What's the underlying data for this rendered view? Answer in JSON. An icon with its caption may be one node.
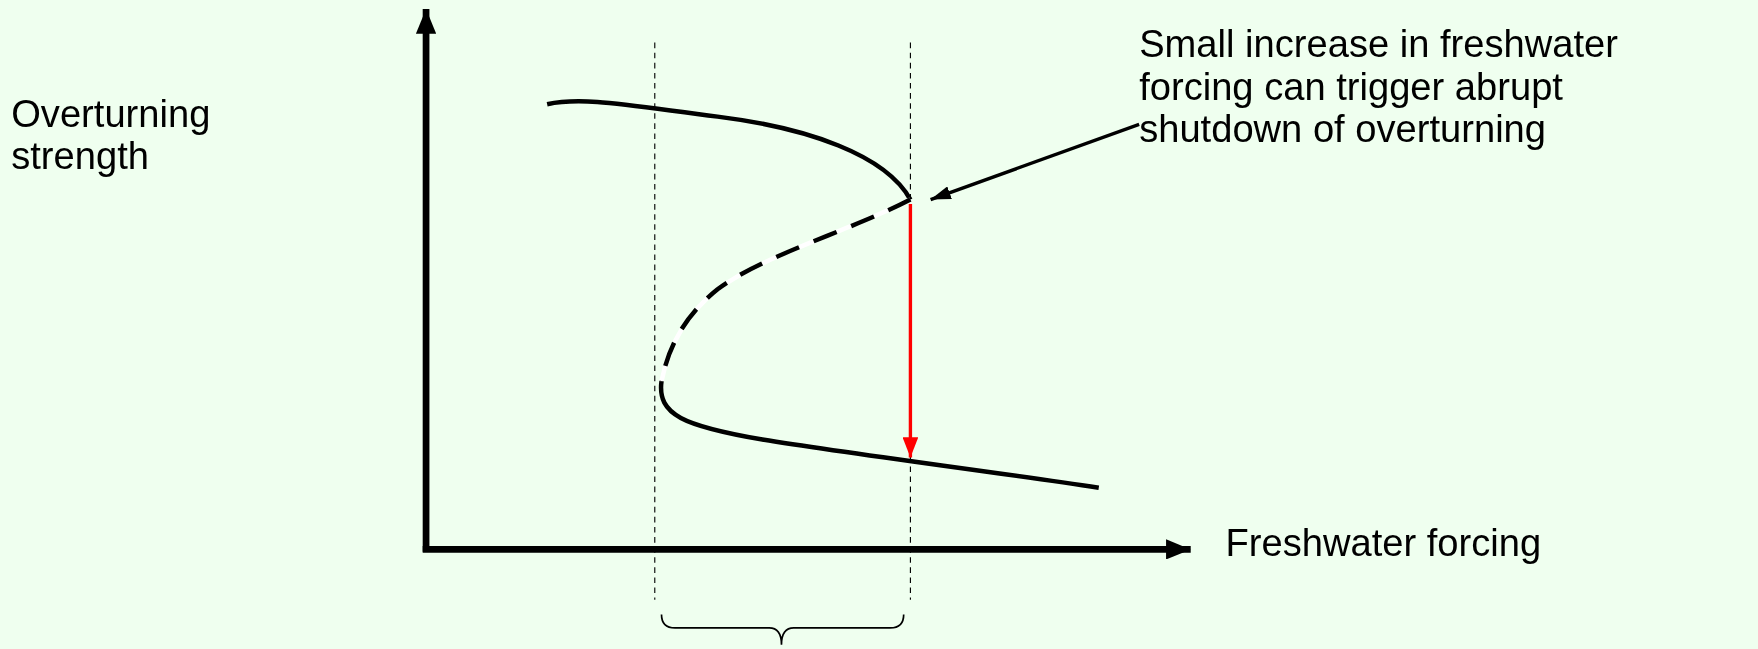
{
  "diagram": {
    "nodes": [
      {
        "text": [
          "Small increase in freshwater forcing can trigger abrupt shutdown of overturning"
        ]
      },
      {
        "text": [],
        "shape": "curve"
      }
    ],
    "edges": [
      {
        "from": 0,
        "to": 1,
        "arrow": "to"
      }
    ],
    "labels": [
      "Overturning strength",
      "Freshwater forcing"
    ]
  }
}
